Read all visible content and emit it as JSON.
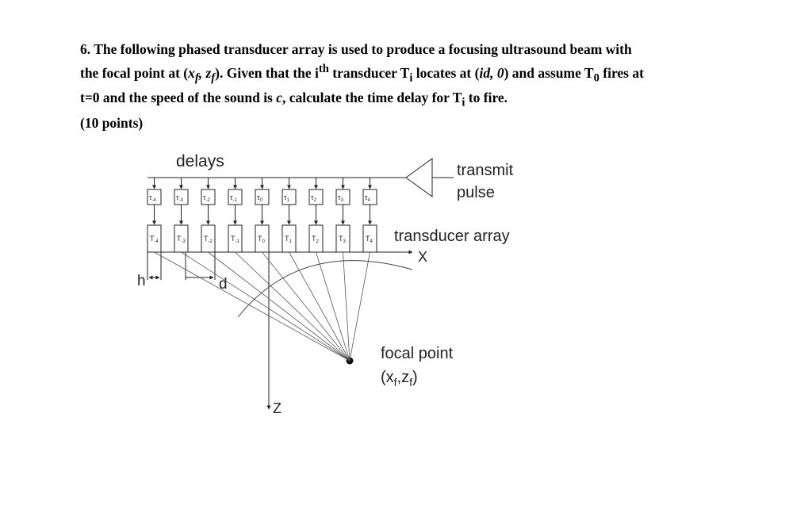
{
  "question": {
    "number": "6.",
    "line1": "The following phased transducer array is used to produce a focusing ultrasound beam with",
    "line2_a": "the focal point at (",
    "line2_xf": "x",
    "line2_xf_sub": "f",
    "line2_sep": ", ",
    "line2_zf": "z",
    "line2_zf_sub": "f",
    "line2_b": "). Given that the i",
    "line2_sup": "th",
    "line2_c": " transducer T",
    "line2_ti_sub": "i",
    "line2_d": " locates at (",
    "line2_id": "id, 0",
    "line2_e": ") and assume T",
    "line2_t0_sub": "0",
    "line2_f": " fires at",
    "line3_a": "t=0 and the speed of the sound is ",
    "line3_c": "c",
    "line3_b": ", calculate the time delay for T",
    "line3_ti_sub": "i",
    "line3_end": " to fire.",
    "points": "(10 points)"
  },
  "diagram": {
    "delays_label": "delays",
    "transmit_label_1": "transmit",
    "transmit_label_2": "pulse",
    "array_label": "transducer array",
    "x_axis_label": "X",
    "z_axis_label": "Z",
    "h_label": "h",
    "d_label": "d",
    "focal_label_1": "focal point",
    "focal_label_2_open": "(x",
    "focal_label_2_xsub": "f",
    "focal_label_2_comma": ",z",
    "focal_label_2_zsub": "f",
    "focal_label_2_close": ")",
    "delay_letter": "τ",
    "transducer_letter": "T",
    "indices": [
      "-4",
      "-3",
      "-2",
      "-1",
      "0",
      "1",
      "2",
      "3",
      "4"
    ]
  }
}
